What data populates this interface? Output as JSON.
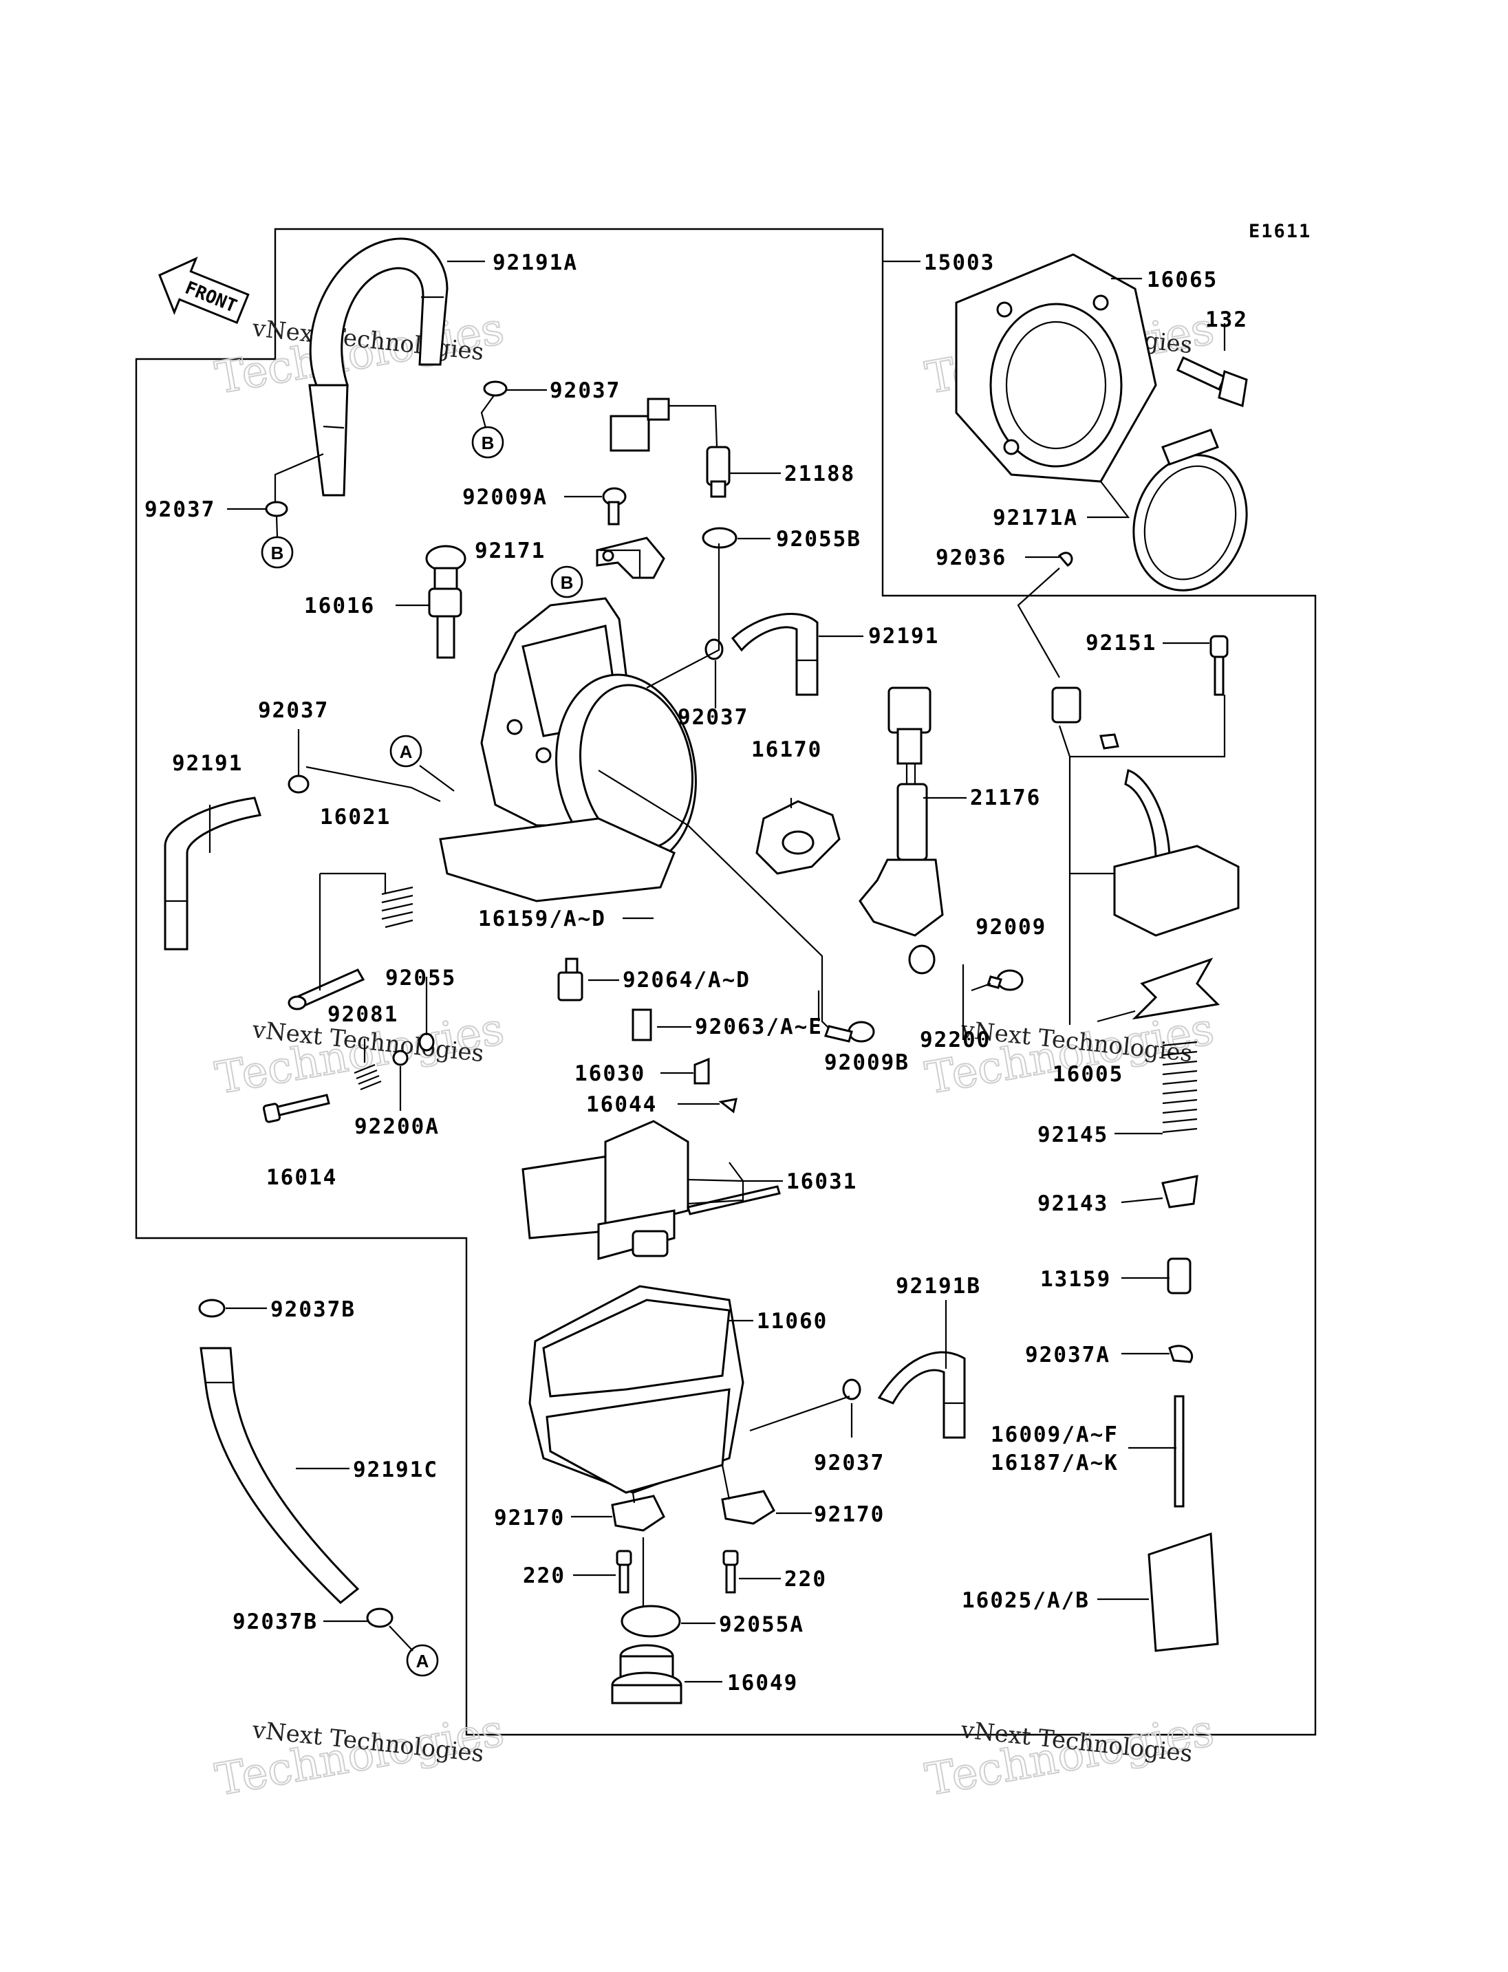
{
  "diagram_code": "E1611",
  "front_label": "FRONT",
  "watermark": {
    "line1": "vNext Technologies",
    "line2": "Technologies"
  },
  "callouts": {
    "A": "A",
    "B": "B"
  },
  "parts": {
    "p92191A": "92191A",
    "p15003": "15003",
    "p16065": "16065",
    "p132": "132",
    "p92037_top": "92037",
    "p21188": "21188",
    "p92037_left": "92037",
    "p92009A": "92009A",
    "p92055B": "92055B",
    "p92171A": "92171A",
    "p92171": "92171",
    "p92036": "92036",
    "p16016": "16016",
    "p92191_mid": "92191",
    "p92151": "92151",
    "p92037_a": "92037",
    "p92037_b": "92037",
    "p92191_left": "92191",
    "p16170": "16170",
    "p21176": "21176",
    "p16021": "16021",
    "p16159": "16159/A~D",
    "p92009": "92009",
    "p92055": "92055",
    "p92064": "92064/A~D",
    "p92081": "92081",
    "p92063": "92063/A~E",
    "p92009B": "92009B",
    "p92200": "92200",
    "p16005": "16005",
    "p16030": "16030",
    "p92200A": "92200A",
    "p16044": "16044",
    "p92145": "92145",
    "p16014": "16014",
    "p16031": "16031",
    "p92143": "92143",
    "p92191B": "92191B",
    "p13159": "13159",
    "p92037B_top": "92037B",
    "p11060": "11060",
    "p92037A": "92037A",
    "p16009": "16009/A~F",
    "p16187": "16187/A~K",
    "p92037_c": "92037",
    "p92191C": "92191C",
    "p92170_l": "92170",
    "p92170_r": "92170",
    "p220_l": "220",
    "p220_r": "220",
    "p16025": "16025/A/B",
    "p92037B_bot": "92037B",
    "p92055A": "92055A",
    "p16049": "16049"
  }
}
